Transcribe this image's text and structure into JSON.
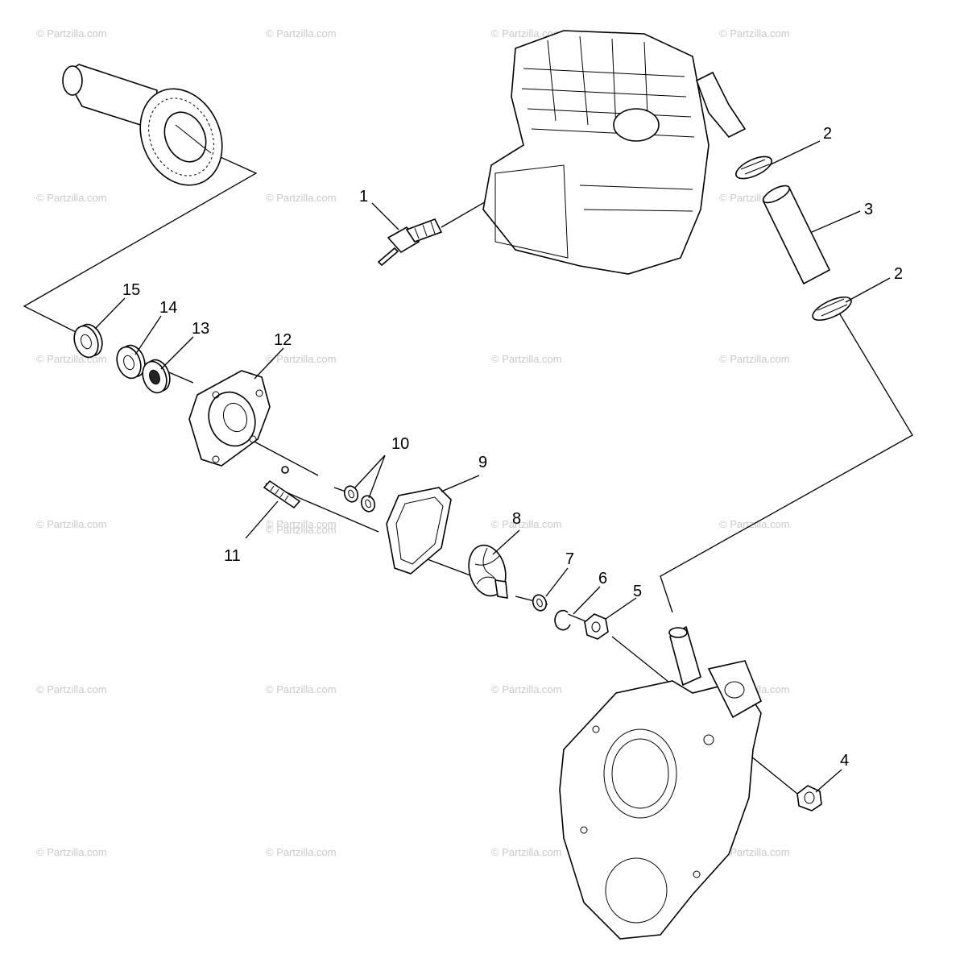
{
  "watermark": "© Partzilla.com",
  "callouts": {
    "c1": "1",
    "c2a": "2",
    "c2b": "2",
    "c3": "3",
    "c4": "4",
    "c5": "5",
    "c6": "6",
    "c7": "7",
    "c8": "8",
    "c9": "9",
    "c10": "10",
    "c11": "11",
    "c12": "12",
    "c13": "13",
    "c14": "14",
    "c15": "15"
  },
  "colors": {
    "ink": "#000000",
    "watermark": "#c9c9c9",
    "background": "#ffffff"
  }
}
